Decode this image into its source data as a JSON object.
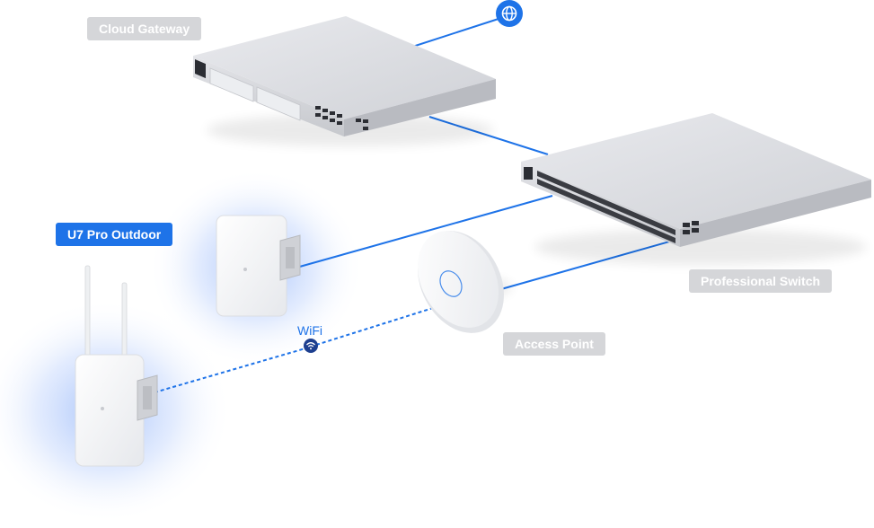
{
  "labels": {
    "cloud_gateway": "Cloud Gateway",
    "professional_switch": "Professional Switch",
    "access_point": "Access Point",
    "u7_pro_outdoor": "U7 Pro Outdoor",
    "wifi": "WiFi"
  },
  "icons": {
    "internet": "globe-icon",
    "wireless": "wifi-icon"
  },
  "colors": {
    "accent": "#1e73e8",
    "label_gray": "#d5d6d9",
    "device_silver": "#dcdde1",
    "device_white": "#f4f5f7"
  }
}
